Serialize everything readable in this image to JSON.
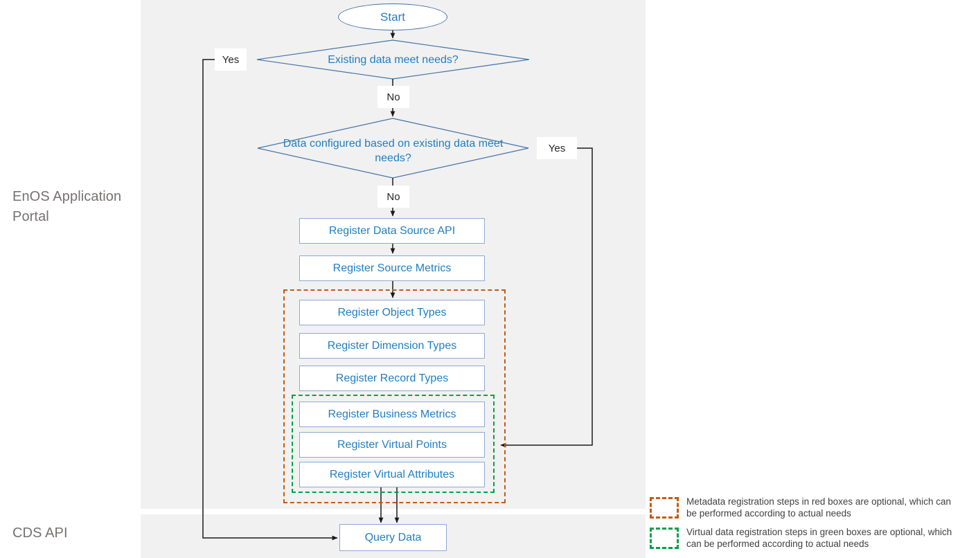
{
  "lanes": [
    {
      "id": "enos",
      "label": "EnOS Application Portal"
    },
    {
      "id": "cds",
      "label": "CDS API"
    }
  ],
  "flow": {
    "start": {
      "label": "Start",
      "shape": "terminator"
    },
    "decisions": [
      {
        "id": "d1",
        "label": "Existing data meet needs?",
        "yes": "Yes",
        "no": "No"
      },
      {
        "id": "d2",
        "label": "Data configured based on existing data meet needs?",
        "yes": "Yes",
        "no": "No"
      }
    ],
    "steps": [
      {
        "id": "s1",
        "label": "Register Data Source API"
      },
      {
        "id": "s2",
        "label": "Register Source Metrics"
      },
      {
        "id": "s3",
        "label": "Register Object Types"
      },
      {
        "id": "s4",
        "label": "Register Dimension Types"
      },
      {
        "id": "s5",
        "label": "Register Record Types"
      },
      {
        "id": "s6",
        "label": "Register Business Metrics"
      },
      {
        "id": "s7",
        "label": "Register Virtual Points"
      },
      {
        "id": "s8",
        "label": "Register Virtual Attributes"
      }
    ],
    "query": {
      "label": "Query Data"
    }
  },
  "edge_labels": {
    "yes1": "Yes",
    "no1": "No",
    "yes2": "Yes",
    "no2": "No"
  },
  "legend": [
    {
      "swatch": "red-dashed-box",
      "color": "#c55a11",
      "text": "Metadata registration steps in red boxes are optional, which can be performed according to actual needs"
    },
    {
      "swatch": "green-dashed-box",
      "color": "#00a14b",
      "text": "Virtual data registration steps in green boxes are optional, which can be performed according to actual needs"
    }
  ],
  "colors": {
    "node_text": "#1f7ec4",
    "node_border": "#8ea9d4",
    "diamond_stroke": "#4472a8",
    "lane_background": "#f1f1f1",
    "lane_label": "#767171",
    "connector": "#1a1a1a",
    "red_group": "#c55a11",
    "green_group": "#00a14b"
  }
}
